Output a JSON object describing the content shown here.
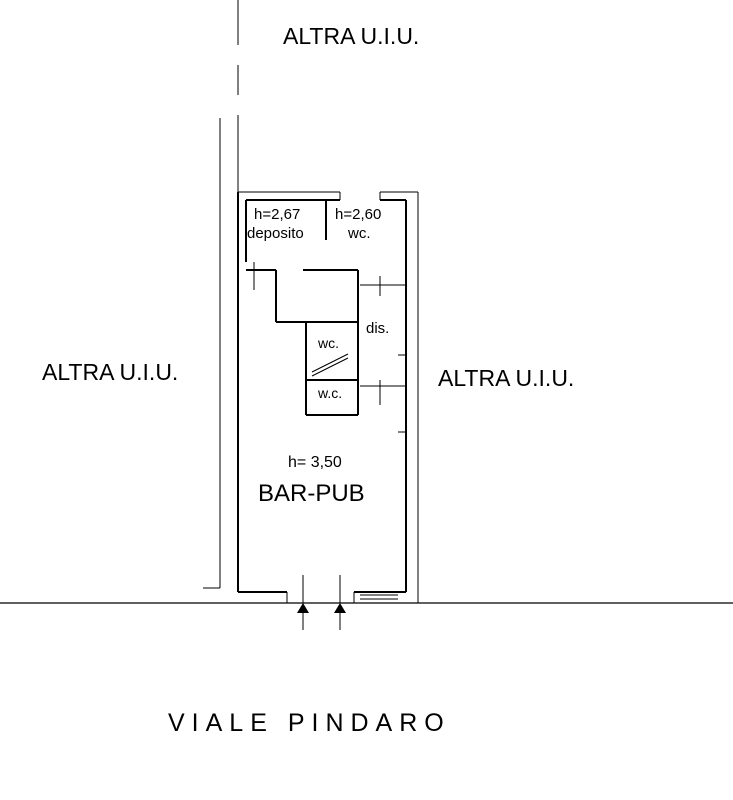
{
  "labels": {
    "top_unit": "ALTRA U.I.U.",
    "left_unit": "ALTRA U.I.U.",
    "right_unit": "ALTRA U.I.U.",
    "street": "VIALE PINDARO",
    "main_room_height": "h= 3,50",
    "main_room_name": "BAR-PUB",
    "storage_height": "h=2,67",
    "storage_name": "deposito",
    "wc_top_height": "h=2,60",
    "wc_top_name": "wc.",
    "dis_name": "dis.",
    "wc_small_1": "wc.",
    "wc_small_2": "w.c."
  },
  "colors": {
    "line": "#000000",
    "background": "#ffffff"
  }
}
